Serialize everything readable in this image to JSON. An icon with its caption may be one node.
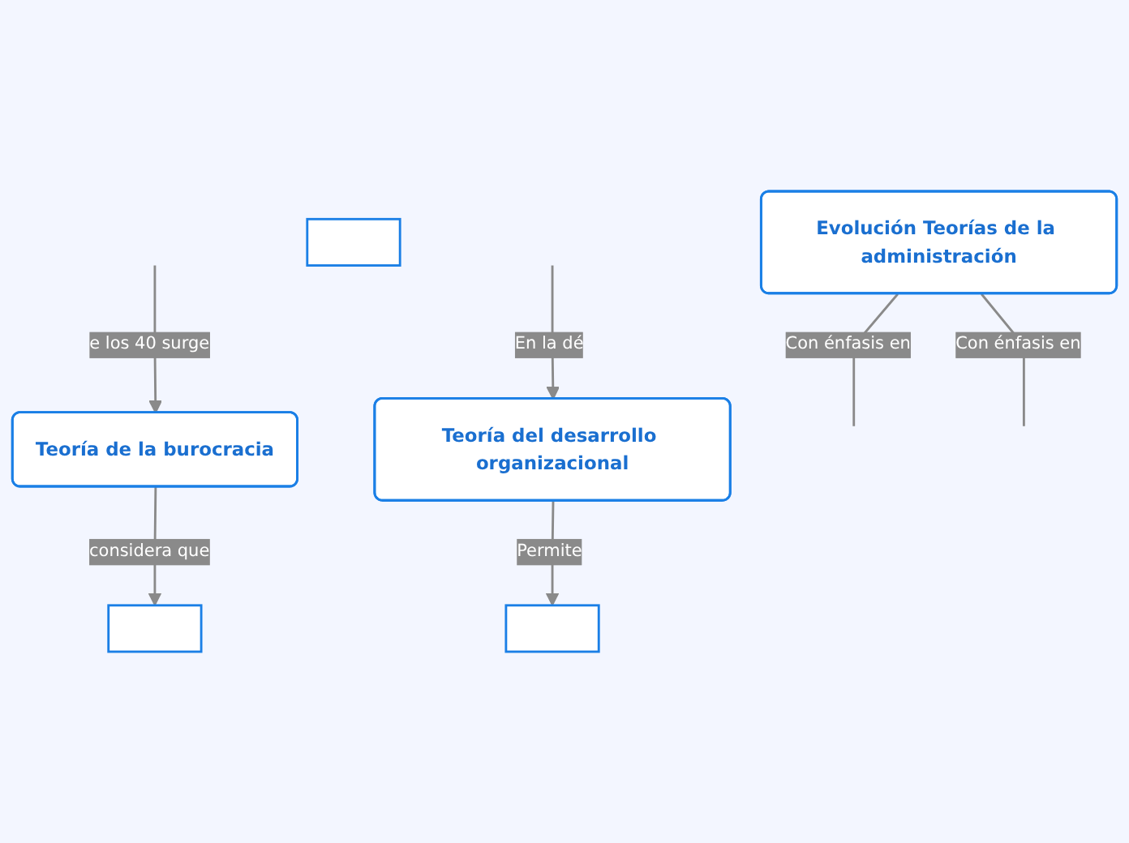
{
  "diagram": {
    "nodes": [
      {
        "text": [
          "Evolución Teorías de la administración"
        ]
      },
      {
        "text": [
          "Teoría de la burocracia"
        ]
      },
      {
        "text": [
          "Teoría del desarrollo organizacional"
        ]
      },
      {
        "text": [],
        "shape": "box"
      },
      {
        "text": [],
        "shape": "box"
      },
      {
        "text": [],
        "shape": "box"
      }
    ],
    "edges": [
      {
        "from": 0,
        "to": null,
        "label": "Con énfasis en",
        "arrow": "none"
      },
      {
        "from": 0,
        "to": null,
        "label": "Con énfasis en",
        "arrow": "none"
      },
      {
        "from": null,
        "to": 1,
        "label": "e los 40 surge",
        "arrow": "to"
      },
      {
        "from": null,
        "to": 2,
        "label": "En la dé",
        "arrow": "to"
      },
      {
        "from": 1,
        "to": 3,
        "label": "considera que",
        "arrow": "to"
      },
      {
        "from": 2,
        "to": 4,
        "label": "Permite",
        "arrow": "to"
      }
    ]
  }
}
